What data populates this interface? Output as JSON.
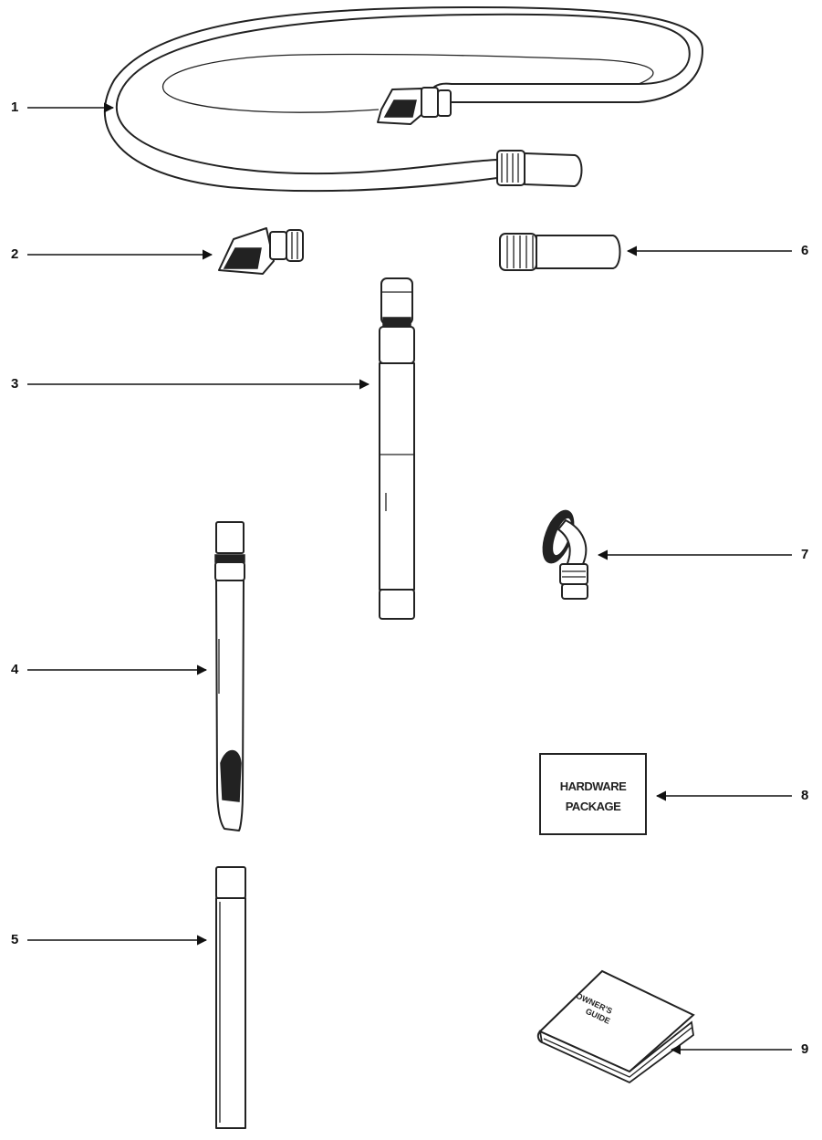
{
  "callouts": [
    {
      "number": "1"
    },
    {
      "number": "2"
    },
    {
      "number": "3"
    },
    {
      "number": "4"
    },
    {
      "number": "5"
    },
    {
      "number": "6"
    },
    {
      "number": "7"
    },
    {
      "number": "8"
    },
    {
      "number": "9"
    }
  ],
  "hardware_package": {
    "line1": "HARDWARE",
    "line2": "PACKAGE"
  },
  "owners_guide": {
    "line1": "OWNER'S",
    "line2": "GUIDE"
  },
  "icons": [
    "hose-icon",
    "swivel-handle-icon",
    "extension-wand-icon",
    "crevice-tool-icon",
    "straight-wand-icon",
    "hose-cuff-icon",
    "dusting-brush-icon",
    "hardware-package-icon",
    "owners-guide-book-icon"
  ]
}
